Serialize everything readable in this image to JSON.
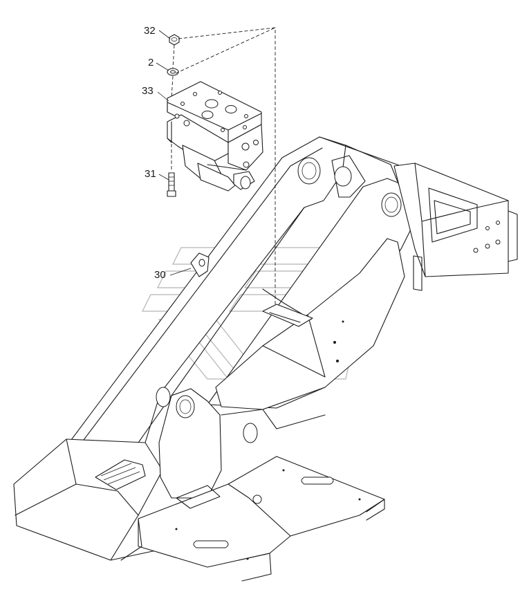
{
  "callouts": [
    {
      "id": "nut",
      "label": "32"
    },
    {
      "id": "washer",
      "label": "2"
    },
    {
      "id": "valve-block",
      "label": "33"
    },
    {
      "id": "bolt",
      "label": "31"
    },
    {
      "id": "frame",
      "label": "30"
    }
  ],
  "colors": {
    "line": "#1a1a1a",
    "watermark": "#9a9a9a",
    "background": "#ffffff"
  }
}
